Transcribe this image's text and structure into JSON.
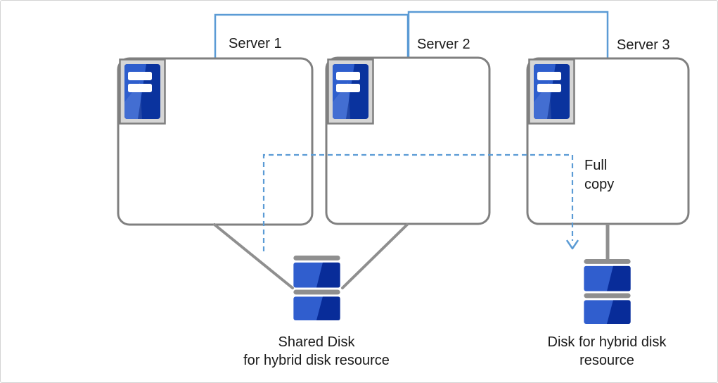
{
  "diagram": {
    "title_hint": "hybrid disk resource cluster diagram",
    "servers": [
      {
        "label": "Server 1"
      },
      {
        "label": "Server 2"
      },
      {
        "label": "Server 3"
      }
    ],
    "annotations": {
      "full_copy": "Full copy"
    },
    "disks": {
      "shared": {
        "line1": "Shared Disk",
        "line2": "for hybrid disk resource"
      },
      "hybrid": {
        "line1": "Disk for hybrid disk",
        "line2": "resource"
      }
    },
    "colors": {
      "interconnect_blue": "#5b9bd5",
      "copy_arrow_blue": "#5b9bd5",
      "server_box_border": "#808080",
      "connector_gray": "#8f8f8f",
      "disk_bar_gray": "#8f8f8f",
      "icon_frame_fill": "#d6d6d6",
      "icon_frame_border": "#7f7f7f",
      "icon_blue_light": "#2e5ecd",
      "icon_blue_dark": "#0a339e",
      "disk_blue_light": "#305ece",
      "disk_blue_dark": "#082c99",
      "text": "#1a1a1a",
      "background": "#ffffff"
    }
  }
}
